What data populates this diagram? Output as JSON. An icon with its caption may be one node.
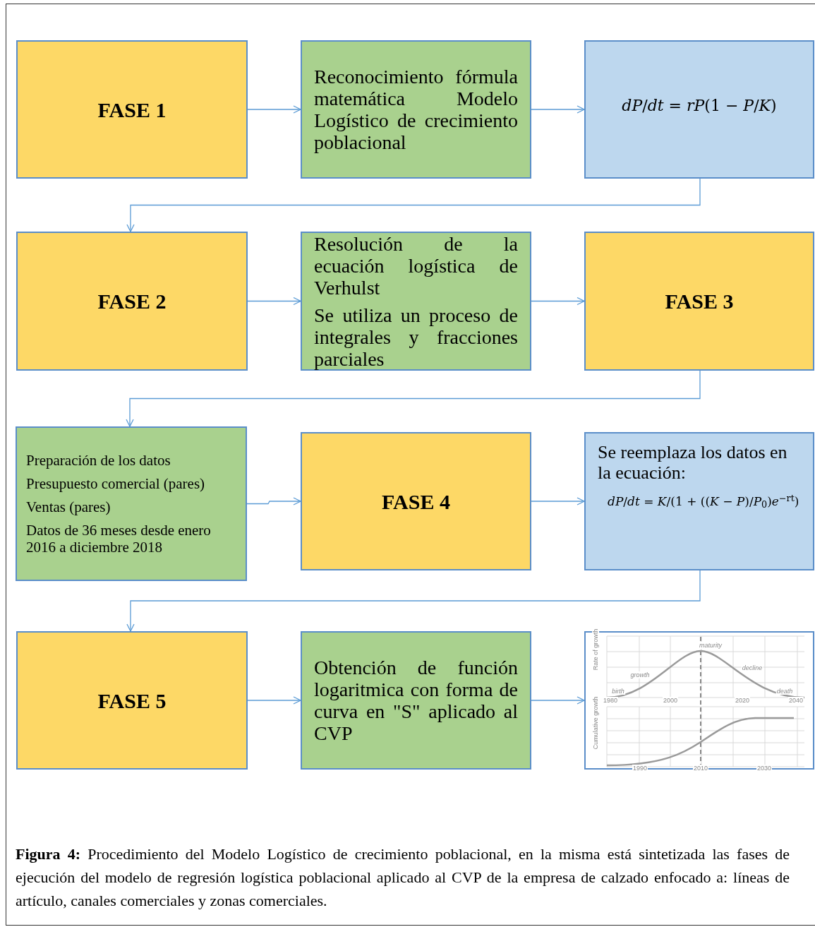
{
  "diagram": {
    "nodes": [
      {
        "text": [
          "FASE 1"
        ]
      },
      {
        "text": [
          "Reconocimiento fórmula matemática Modelo Logístico de crecimiento poblacional"
        ]
      },
      {
        "text": [
          "*dP*/*dt* = *rP*(1 − *P*/*K*)"
        ]
      },
      {
        "text": [
          "FASE 2"
        ]
      },
      {
        "text": [
          "Resolución de la ecuación logística de Verhulst",
          "Se utiliza un proceso de integrales y fracciones parciales"
        ]
      },
      {
        "text": [
          "FASE 3"
        ]
      },
      {
        "text": [
          "Preparación de los datos",
          "Presupuesto comercial (pares)",
          "Ventas (pares)",
          "Datos de 36 meses desde enero 2016 a diciembre 2018"
        ]
      },
      {
        "text": [
          "FASE 4"
        ]
      },
      {
        "text": [
          "Se reemplaza los datos en la ecuación:",
          "*dP*/*dt* = *K*/(1 + ((*K* − *P*)/*P*$_{0}$)*e*$^{−rt}$)"
        ]
      },
      {
        "text": [
          "FASE 5"
        ]
      },
      {
        "text": [
          "Obtención de función logaritmica con forma de curva en \"S\" aplicado al CVP"
        ]
      },
      {
        "text": [
          "Rate of growth",
          "maturity",
          "growth",
          "decline",
          "birth",
          "death",
          "1980",
          "2000",
          "2020",
          "2040",
          "Cumulative growth",
          "1990",
          "2010",
          "2030"
        ]
      }
    ],
    "edges": [
      {
        "from": 0,
        "to": 1,
        "arrow": "to"
      },
      {
        "from": 1,
        "to": 2,
        "arrow": "to"
      },
      {
        "from": 2,
        "to": 3,
        "arrow": "to"
      },
      {
        "from": 3,
        "to": 4,
        "arrow": "to"
      },
      {
        "from": 4,
        "to": 5,
        "arrow": "to"
      },
      {
        "from": 5,
        "to": 6,
        "arrow": "to"
      },
      {
        "from": 6,
        "to": 7,
        "arrow": "to"
      },
      {
        "from": 7,
        "to": 8,
        "arrow": "to"
      },
      {
        "from": 8,
        "to": 9,
        "arrow": "to"
      },
      {
        "from": 9,
        "to": 10,
        "arrow": "to"
      },
      {
        "from": 10,
        "to": 11,
        "arrow": "to"
      }
    ],
    "caption": "**Figura 4:** Procedimiento del Modelo Logístico de crecimiento poblacional, en la misma está sintetizada las fases de ejecución del modelo de regresión logística poblacional aplicado al CVP de la empresa de calzado enfocado a: líneas de artículo, canales comerciales y zonas comerciales."
  }
}
